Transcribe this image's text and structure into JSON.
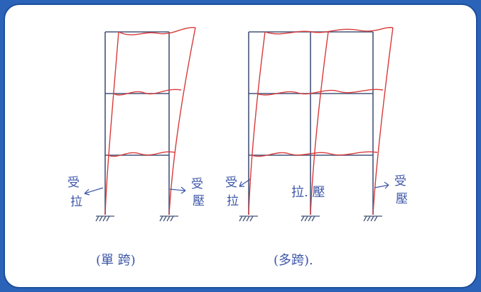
{
  "colors": {
    "frame_border": "#2a63b8",
    "panel_bg": "#ffffff",
    "frame_ink": "#44557a",
    "deformed_ink": "#d83a3a",
    "label_ink": "#3b55a8"
  },
  "single_bay": {
    "left_support_label_line1": "受",
    "left_support_label_line2": "拉",
    "right_support_label_line1": "受",
    "right_support_label_line2": "壓",
    "caption": "(單 跨)"
  },
  "multi_bay": {
    "left_support_label_line1": "受",
    "left_support_label_line2": "拉",
    "middle_support_label": "拉. 壓",
    "right_support_label_line1": "受",
    "right_support_label_line2": "壓",
    "caption": "(多跨)."
  }
}
